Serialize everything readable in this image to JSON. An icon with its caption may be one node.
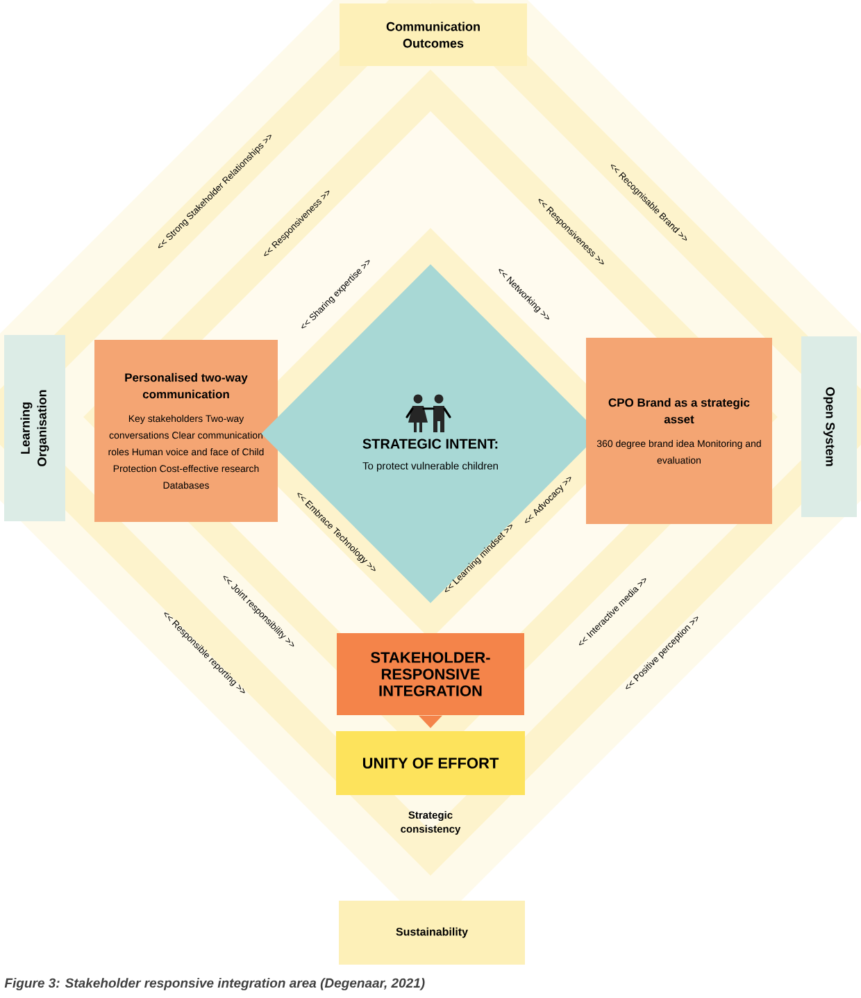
{
  "diagram": {
    "caption": "Figure 3: Stakeholder responsive integration area (Degenaar, 2021)",
    "nodes": [
      {
        "text": [
          "Communication Outcomes"
        ]
      },
      {
        "text": [
          "Learning Organisation"
        ]
      },
      {
        "text": [
          "Personalised two-way communication",
          "Key stakeholders Two-way conversations Clear communication roles Human voice and face of Child Protection Cost-effective research Databases"
        ]
      },
      {
        "text": [
          "STRATEGIC INTENT:",
          "To protect vulnerable children"
        ]
      },
      {
        "text": [
          "CPO Brand as a strategic asset",
          "360 degree brand idea Monitoring and evaluation"
        ]
      },
      {
        "text": [
          "Open System"
        ]
      },
      {
        "text": [
          "STAKEHOLDER-RESPONSIVE INTEGRATION"
        ]
      },
      {
        "text": [
          "UNITY OF EFFORT"
        ]
      },
      {
        "text": [
          "Sustainability"
        ]
      }
    ],
    "edges": [
      {
        "from": 6,
        "to": 7,
        "arrow": "to"
      }
    ],
    "labels": [
      "<< Strong Stakeholder Relationships >>",
      "<< Responsiveness >>",
      "<< Responsiveness >>",
      "<< Recognisable Brand >>",
      "<< Sharing expertise >>",
      "<< Networking >>",
      "<< Embrace Technology >>",
      "<< Advocacy >>",
      "<< Learning mindset >>",
      "<< Joint responsibility >>",
      "<< Interactive media >>",
      "<< Responsible reporting >>",
      "<< Positive perception >>",
      "Strategic consistency"
    ]
  }
}
